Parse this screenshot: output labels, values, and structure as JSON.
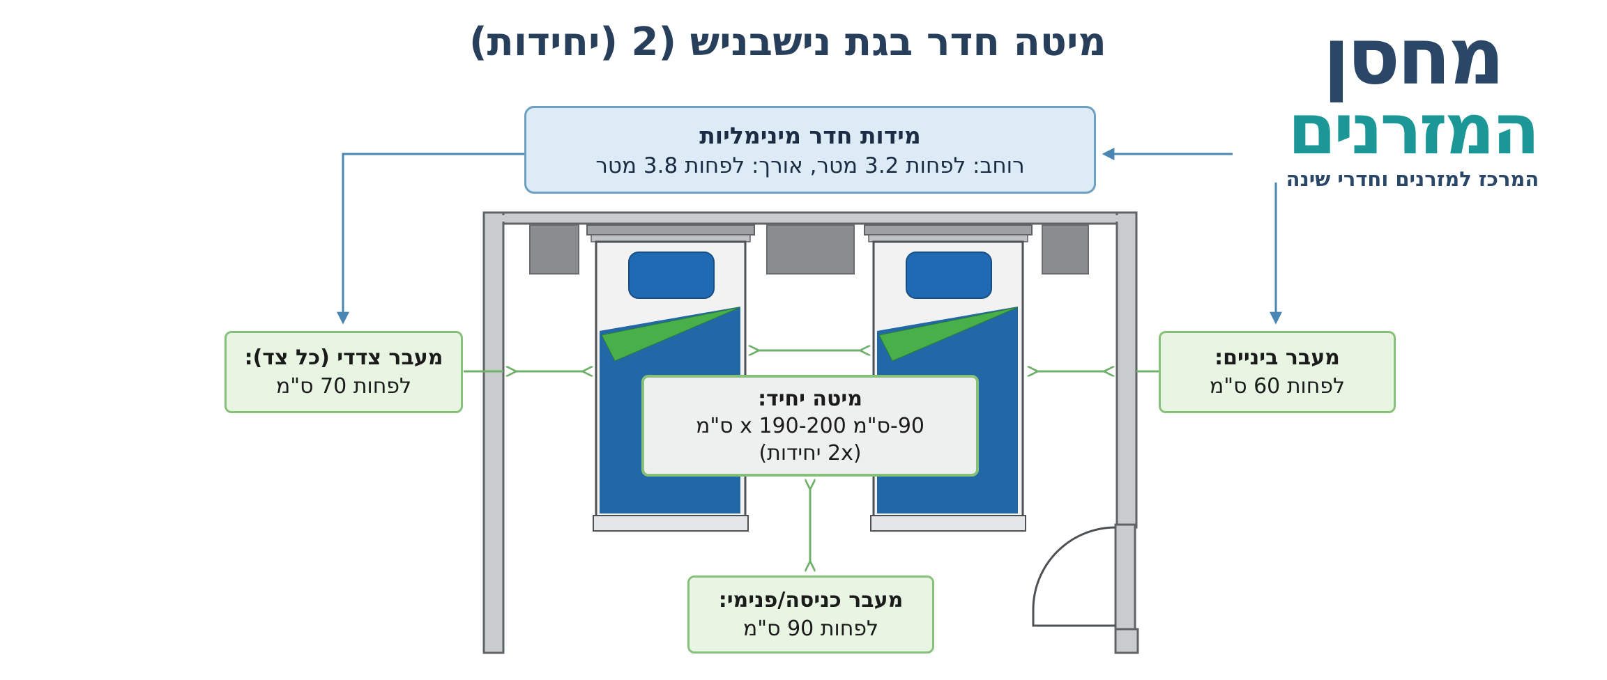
{
  "page": {
    "title": "מיטה חדר בגת נישבניש  (2 (יחידות)"
  },
  "logo": {
    "line1": "מחסן",
    "line2": "המזרנים",
    "tagline": "המרכז למזרנים וחדרי שינה",
    "colors": {
      "primary": "#2b4768",
      "accent": "#1a9796"
    }
  },
  "room_dims": {
    "title": "מידות חדר מינימליות",
    "text": "רוחב: לפחות 3.2 מטר, אורך: לפחות 3.8 מטר"
  },
  "side_aisle": {
    "title": "מעבר צדדי (כל צד):",
    "text": "לפחות 70 ס\"מ"
  },
  "middle_aisle": {
    "title": "מעבר ביניים:",
    "text": "לפחות 60 ס\"מ"
  },
  "single_bed": {
    "title": "מיטה יחיד:",
    "line1": "90-ס\"מ x 190-200 ס\"מ",
    "line2": "(2x יחידות)"
  },
  "entry_aisle": {
    "title": "מעבר כניסה/פנימי:",
    "text": "לפחות 90 ס\"מ"
  },
  "colors": {
    "wall": "#c9cccc",
    "wall_stroke": "#5f6365",
    "bed_blue": "#2268a6",
    "pillow_blue": "#1f6ab2",
    "sheet_green": "#47b04b",
    "nightstand": "#8a8d8f",
    "arrow_green": "#6fb06a",
    "arrow_blue": "#4a86b4"
  }
}
